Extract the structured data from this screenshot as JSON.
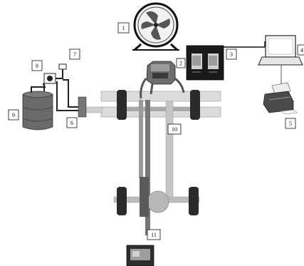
{
  "labels": {
    "l1": "1",
    "l2": "2",
    "l3": "3",
    "l4": "4",
    "l5": "5",
    "l6": "6",
    "l7": "7",
    "l8": "8",
    "l9": "9",
    "l10": "10",
    "l11": "11"
  },
  "components": {
    "fan": "fan-icon",
    "engine": "engine-icon",
    "monitor": "monitor-icon",
    "laptop": "laptop-icon",
    "printer": "printer-icon",
    "flow_sensor": "flow-sensor-icon",
    "valve": "valve-icon",
    "pressure_gauge": "gauge-icon",
    "fuel_drum": "drum-icon",
    "tractor_frame": "chassis-icon",
    "data_logger": "logger-icon"
  },
  "colors": {
    "outline": "#111111",
    "dark_gray": "#555555",
    "mid_gray": "#8a8a8a",
    "light_gray": "#d4d4d4",
    "background": "#ffffff"
  }
}
